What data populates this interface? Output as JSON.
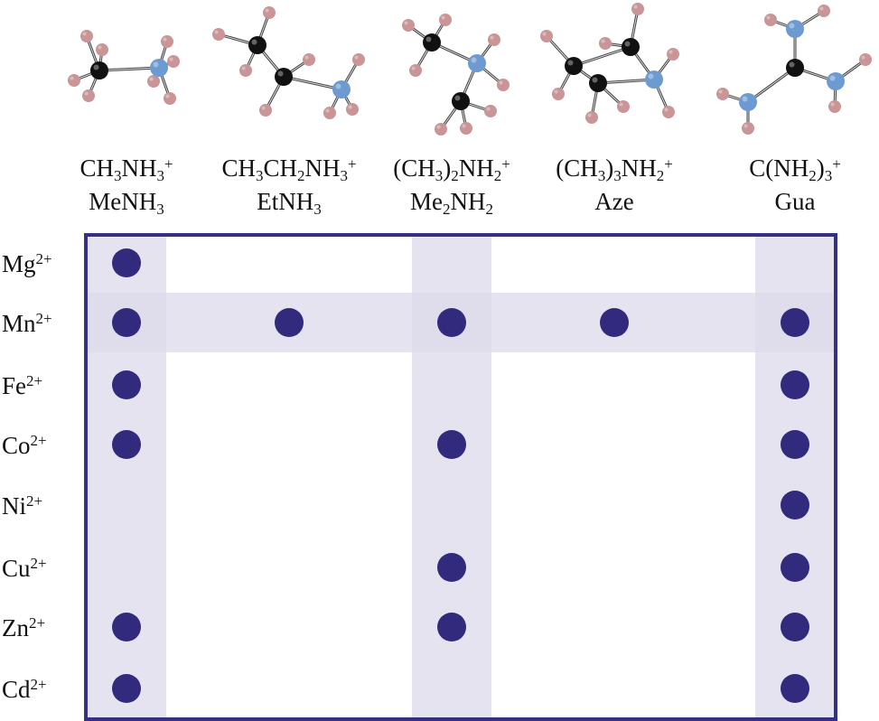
{
  "colors": {
    "dot": "#312a7d",
    "frame": "#35307f",
    "highlight": "#dcdaea",
    "carbon": "#111111",
    "nitrogen": "#6d9bd1",
    "hydrogen": "#c99596"
  },
  "cations": [
    {
      "abbr": "MeNH3",
      "formula": [
        [
          "CH"
        ],
        [
          "3",
          "sub"
        ],
        [
          "NH"
        ],
        [
          "3",
          "sub"
        ],
        [
          "+",
          "sup"
        ]
      ],
      "abbr_parts": [
        [
          "MeNH"
        ],
        [
          "3",
          "sub"
        ]
      ],
      "molecule_icon": "methylammonium-molecule-icon"
    },
    {
      "abbr": "EtNH3",
      "formula": [
        [
          "CH"
        ],
        [
          "3",
          "sub"
        ],
        [
          "CH"
        ],
        [
          "2",
          "sub"
        ],
        [
          "NH"
        ],
        [
          "3",
          "sub"
        ],
        [
          "+",
          "sup"
        ]
      ],
      "abbr_parts": [
        [
          "EtNH"
        ],
        [
          "3",
          "sub"
        ]
      ],
      "molecule_icon": "ethylammonium-molecule-icon"
    },
    {
      "abbr": "Me2NH2",
      "formula": [
        [
          "(CH"
        ],
        [
          "3",
          "sub"
        ],
        [
          ")"
        ],
        [
          "2",
          "sub"
        ],
        [
          "NH"
        ],
        [
          "2",
          "sub"
        ],
        [
          "+",
          "sup"
        ]
      ],
      "abbr_parts": [
        [
          "Me"
        ],
        [
          "2",
          "sub"
        ],
        [
          "NH"
        ],
        [
          "2",
          "sub"
        ]
      ],
      "molecule_icon": "dimethylammonium-molecule-icon"
    },
    {
      "abbr": "Aze",
      "formula": [
        [
          "(CH"
        ],
        [
          "3",
          "sub"
        ],
        [
          ")"
        ],
        [
          "3",
          "sub"
        ],
        [
          "NH"
        ],
        [
          "2",
          "sub"
        ],
        [
          "+",
          "sup"
        ]
      ],
      "abbr_parts": [
        [
          "Aze"
        ]
      ],
      "molecule_icon": "azetidinium-molecule-icon"
    },
    {
      "abbr": "Gua",
      "formula": [
        [
          "C(NH"
        ],
        [
          "2",
          "sub"
        ],
        [
          ")"
        ],
        [
          "3",
          "sub"
        ],
        [
          "+",
          "sup"
        ]
      ],
      "abbr_parts": [
        [
          "Gua"
        ]
      ],
      "molecule_icon": "guanidinium-molecule-icon"
    }
  ],
  "ions": [
    {
      "symbol": "Mg",
      "charge": "2+"
    },
    {
      "symbol": "Mn",
      "charge": "2+"
    },
    {
      "symbol": "Fe",
      "charge": "2+"
    },
    {
      "symbol": "Co",
      "charge": "2+"
    },
    {
      "symbol": "Ni",
      "charge": "2+"
    },
    {
      "symbol": "Cu",
      "charge": "2+"
    },
    {
      "symbol": "Zn",
      "charge": "2+"
    },
    {
      "symbol": "Cd",
      "charge": "2+"
    }
  ],
  "highlighted_columns": [
    0,
    2,
    4
  ],
  "highlighted_rows": [
    1
  ],
  "matrix": [
    [
      true,
      false,
      false,
      false,
      false
    ],
    [
      true,
      true,
      true,
      true,
      true
    ],
    [
      true,
      false,
      false,
      false,
      true
    ],
    [
      true,
      false,
      true,
      false,
      true
    ],
    [
      false,
      false,
      false,
      false,
      true
    ],
    [
      false,
      false,
      true,
      false,
      true
    ],
    [
      true,
      false,
      true,
      false,
      true
    ],
    [
      true,
      false,
      false,
      false,
      true
    ]
  ]
}
